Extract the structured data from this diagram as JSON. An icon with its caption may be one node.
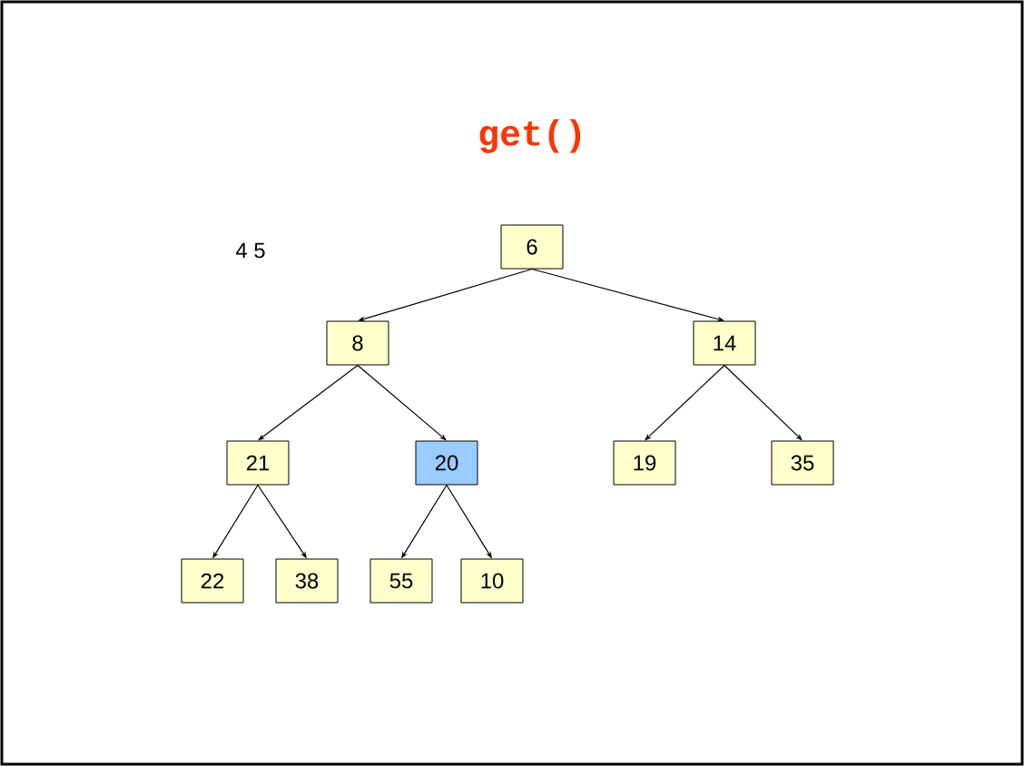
{
  "diagram": {
    "title": "get()",
    "nodes": [
      {
        "text": [
          "6"
        ]
      },
      {
        "text": [
          "8"
        ]
      },
      {
        "text": [
          "14"
        ]
      },
      {
        "text": [
          "21"
        ]
      },
      {
        "text": [
          "20"
        ]
      },
      {
        "text": [
          "19"
        ]
      },
      {
        "text": [
          "35"
        ]
      },
      {
        "text": [
          "22"
        ]
      },
      {
        "text": [
          "38"
        ]
      },
      {
        "text": [
          "55"
        ]
      },
      {
        "text": [
          "10"
        ]
      }
    ],
    "edges": [
      {
        "from": 0,
        "to": 1,
        "arrow": "to"
      },
      {
        "from": 0,
        "to": 2,
        "arrow": "to"
      },
      {
        "from": 1,
        "to": 3,
        "arrow": "to"
      },
      {
        "from": 1,
        "to": 4,
        "arrow": "to"
      },
      {
        "from": 2,
        "to": 5,
        "arrow": "to"
      },
      {
        "from": 2,
        "to": 6,
        "arrow": "to"
      },
      {
        "from": 3,
        "to": 7,
        "arrow": "to"
      },
      {
        "from": 3,
        "to": 8,
        "arrow": "to"
      },
      {
        "from": 4,
        "to": 9,
        "arrow": "to"
      },
      {
        "from": 4,
        "to": 10,
        "arrow": "to"
      }
    ],
    "labels": [
      "4 5"
    ]
  }
}
